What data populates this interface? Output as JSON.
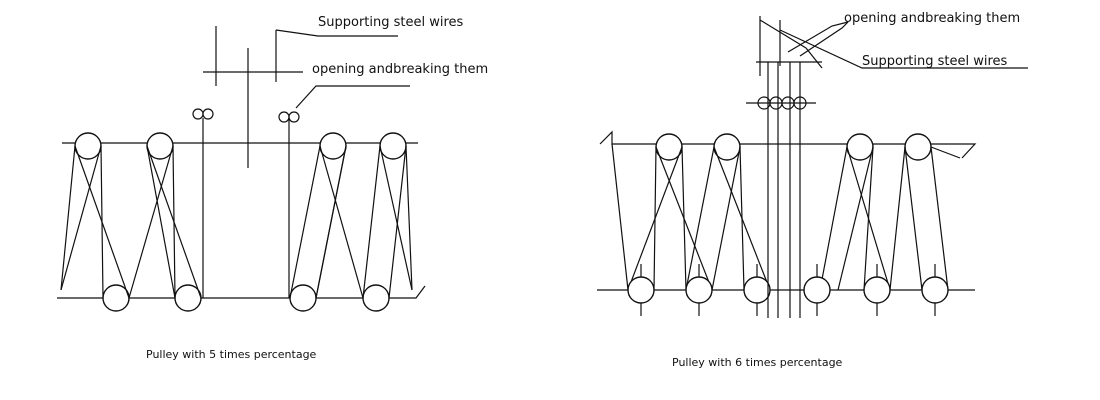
{
  "diagrams": [
    {
      "label_supporting": "Supporting steel wires",
      "label_opening": "opening andbreaking them",
      "caption": "Pulley with 5 times percentage"
    },
    {
      "label_opening": "opening andbreaking them",
      "label_supporting": "Supporting steel wires",
      "caption": "Pulley with 6 times percentage"
    }
  ]
}
